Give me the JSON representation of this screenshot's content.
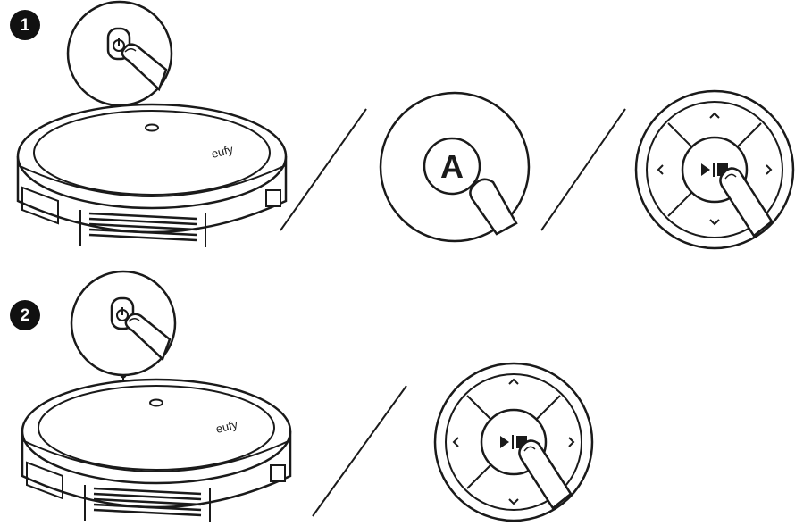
{
  "steps": [
    {
      "number": "1"
    },
    {
      "number": "2"
    }
  ],
  "brand_logo": "eufy",
  "remote_button_letter": "A",
  "colors": {
    "ink": "#1a1a1a",
    "paper": "#ffffff",
    "badge": "#111111",
    "badge_text": "#ffffff"
  },
  "icons": [
    "power-icon",
    "play-pause-icon",
    "chevron-up-icon",
    "chevron-down-icon",
    "chevron-left-icon",
    "chevron-right-icon",
    "finger-icon"
  ]
}
